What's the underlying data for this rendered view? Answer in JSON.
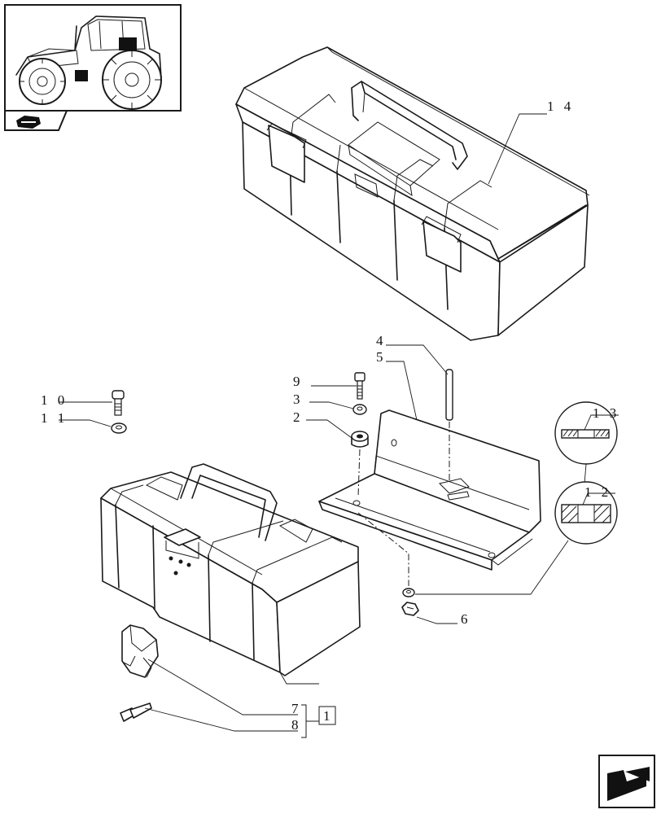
{
  "labels": {
    "p1": "1",
    "p2": "2",
    "p3": "3",
    "p4": "4",
    "p5": "5",
    "p6": "6",
    "p7": "7",
    "p8": "8",
    "p9": "9",
    "p10": "1 0",
    "p11": "1 1",
    "p12": "1 2",
    "p13": "1 3",
    "p14": "1 4"
  },
  "icons": {
    "thumbnail": "tractor-locator-icon",
    "section": "book-section-icon",
    "nav": "next-page-arrow-icon"
  }
}
